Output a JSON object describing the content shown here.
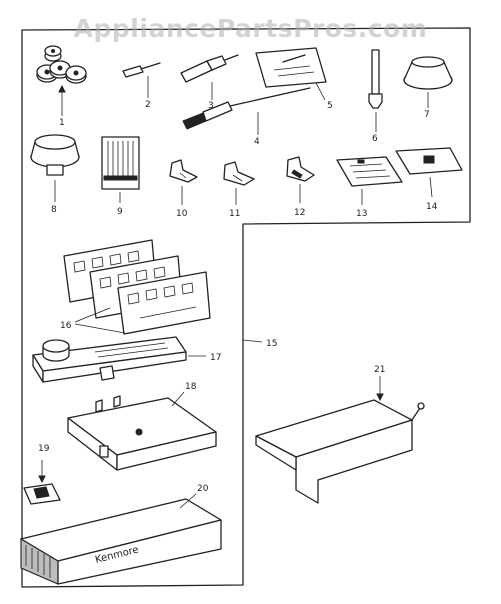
{
  "watermark": "AppliancePartsPros.com",
  "brand_text": "Kenmore",
  "labels": {
    "p1": "1",
    "p2": "2",
    "p3": "3",
    "p4": "4",
    "p5": "5",
    "p6": "6",
    "p7": "7",
    "p8": "8",
    "p9": "9",
    "p10": "10",
    "p11": "11",
    "p12": "12",
    "p13": "13",
    "p14": "14",
    "p15": "15",
    "p16": "16",
    "p17": "17",
    "p18": "18",
    "p19": "19",
    "p20": "20",
    "p21": "21"
  }
}
